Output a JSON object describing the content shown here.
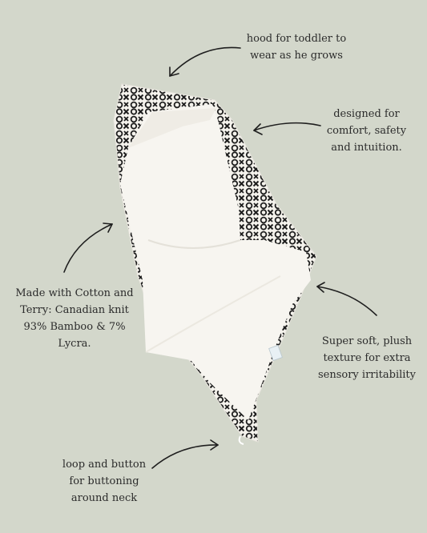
{
  "annotations": {
    "hood": "hood for toddler to\nwear as he grows",
    "design": "designed for\ncomfort, safety\nand intuition.",
    "material": "Made with Cotton and\nTerry: Canadian knit\n93% Bamboo & 7%\nLycra.",
    "texture": "Super soft, plush\ntexture for extra\nsensory irritability",
    "loop": "loop and button\nfor buttoning\naround neck"
  },
  "colors": {
    "background": "#d3d7cb",
    "towel": "#f7f5f0",
    "pattern_ink": "#1e1e1e",
    "arrow": "#1e1e1e",
    "text": "#2b2b2b"
  },
  "icons": {
    "arrows": "curved-arrow-icon",
    "pattern": "xo-pattern"
  }
}
